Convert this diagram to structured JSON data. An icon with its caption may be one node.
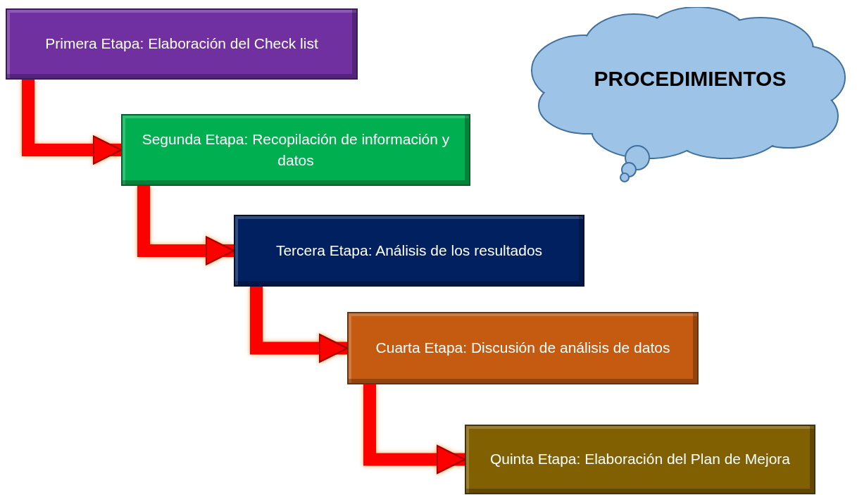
{
  "diagram": {
    "nodes": [
      {
        "text": [
          "Primera Etapa: Elaboración del Check list"
        ]
      },
      {
        "text": [
          "Segunda Etapa: Recopilación de información y datos"
        ]
      },
      {
        "text": [
          "Tercera Etapa: Análisis de los resultados"
        ]
      },
      {
        "text": [
          "Cuarta Etapa: Discusión de análisis de datos"
        ]
      },
      {
        "text": [
          "Quinta Etapa: Elaboración del Plan de Mejora"
        ]
      },
      {
        "text": [
          "PROCEDIMIENTOS"
        ]
      }
    ],
    "edges": [
      {
        "from": 0,
        "to": 1,
        "arrow": "to"
      },
      {
        "from": 1,
        "to": 2,
        "arrow": "to"
      },
      {
        "from": 2,
        "to": 3,
        "arrow": "to"
      },
      {
        "from": 3,
        "to": 4,
        "arrow": "to"
      }
    ]
  }
}
